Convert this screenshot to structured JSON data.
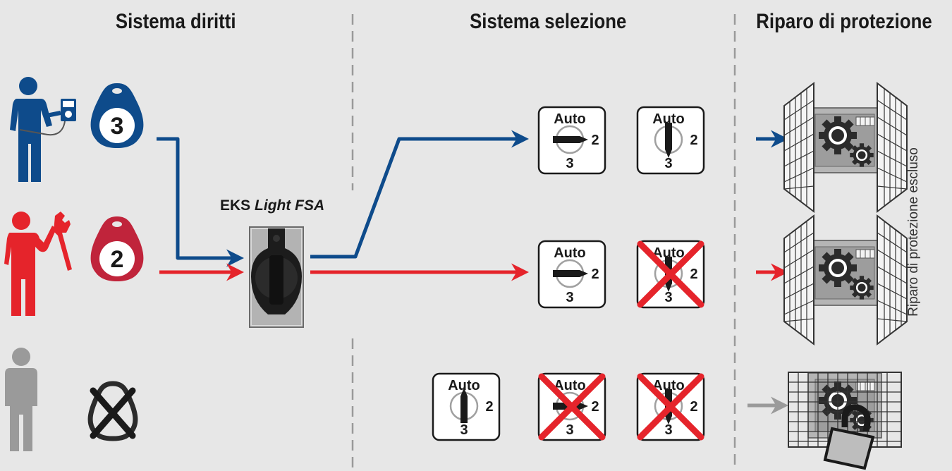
{
  "columns": {
    "rights": "Sistema diritti",
    "selection": "Sistema selezione",
    "guard": "Riparo di protezione"
  },
  "device": {
    "name": "EKS",
    "model": "Light FSA"
  },
  "guard_side_label": "Riparo di protezione escluso",
  "keys": {
    "blue": "3",
    "red": "2"
  },
  "switch": {
    "top": "Auto",
    "right": "2",
    "bottom": "3"
  },
  "colors": {
    "blue": "#0e4b8b",
    "red": "#e5242b",
    "gray": "#9a9a9a",
    "background": "#e7e7e7"
  }
}
